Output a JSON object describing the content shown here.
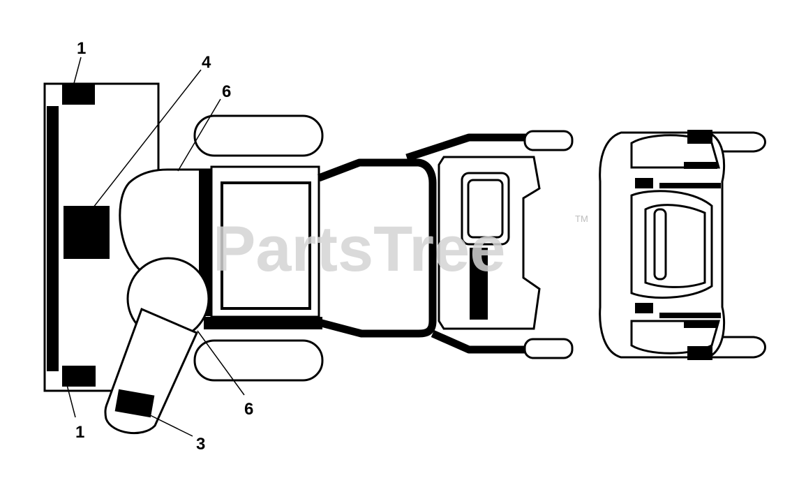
{
  "watermark": {
    "text": "PartsTree",
    "trademark": "TM"
  },
  "callouts": [
    {
      "id": "c1a",
      "label": "1"
    },
    {
      "id": "c1b",
      "label": "1"
    },
    {
      "id": "c3",
      "label": "3"
    },
    {
      "id": "c4",
      "label": "4"
    },
    {
      "id": "c6a",
      "label": "6"
    },
    {
      "id": "c6b",
      "label": "6"
    }
  ],
  "colors": {
    "line": "#000000",
    "fill": "#ffffff",
    "watermark": "#d4d4d4"
  }
}
